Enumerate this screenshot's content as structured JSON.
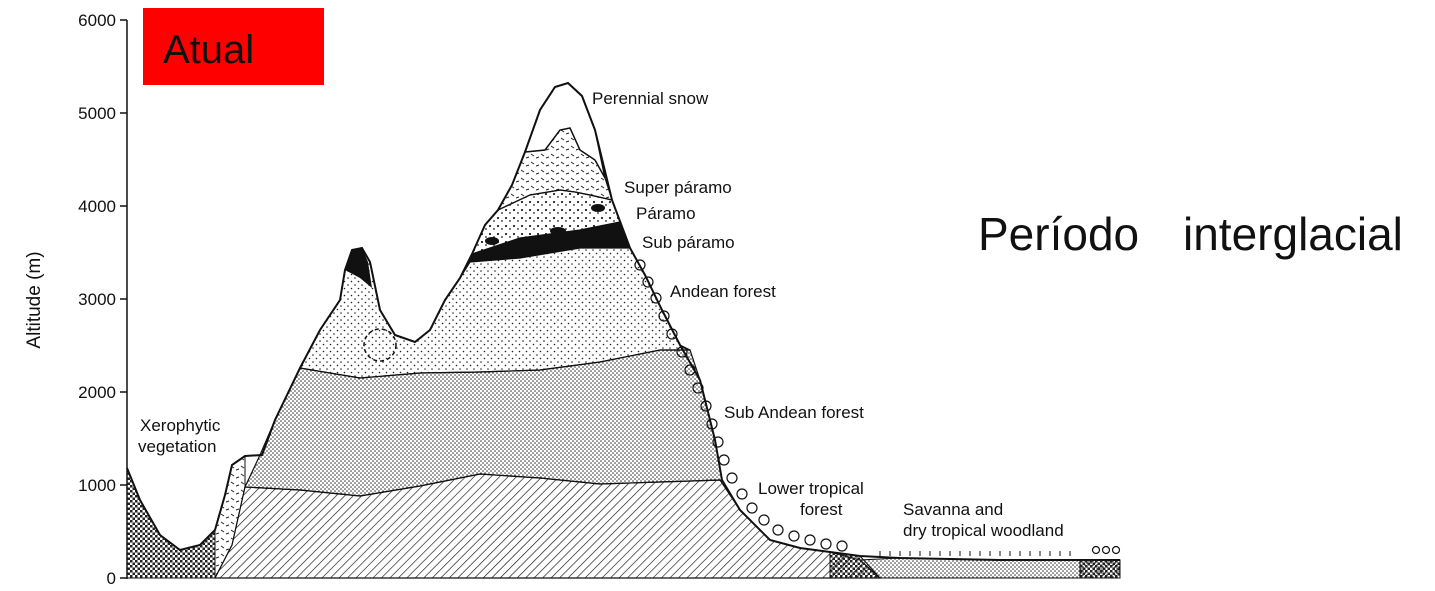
{
  "badge": {
    "text": "Atual",
    "color": "#ff0000"
  },
  "side_title": {
    "left": "Período",
    "right": "interglacial"
  },
  "axis": {
    "title": "Altitude (m)",
    "ticks": [
      "6000",
      "5000",
      "4000",
      "3000",
      "2000",
      "1000",
      "0"
    ]
  },
  "zones": {
    "perennial_snow": "Perennial snow",
    "super_paramo": "Super páramo",
    "paramo": "Páramo",
    "sub_paramo": "Sub páramo",
    "andean_forest": "Andean forest",
    "sub_andean_forest": "Sub Andean forest",
    "lower_tropical_1": "Lower tropical",
    "lower_tropical_2": "forest",
    "savanna_1": "Savanna and",
    "savanna_2": "dry tropical woodland",
    "xerophytic_1": "Xerophytic",
    "xerophytic_2": "vegetation"
  }
}
